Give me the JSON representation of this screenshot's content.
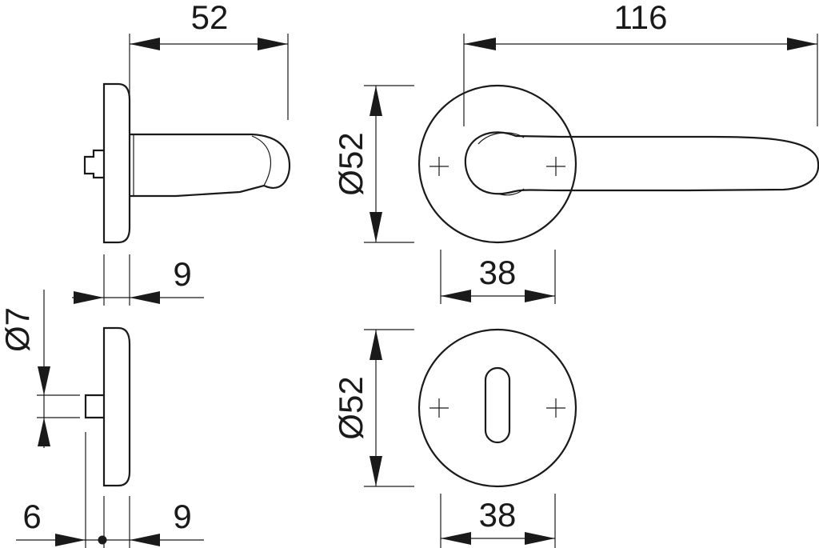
{
  "dimensions": {
    "side_length": "52",
    "lever_length": "116",
    "rose_diameter": "Ø52",
    "rose_width": "38",
    "rose_thickness": "9",
    "spindle_diameter": "Ø7",
    "escutcheon_diameter": "Ø52",
    "escutcheon_width": "38",
    "escutcheon_thickness": "9",
    "pin_offset": "6"
  },
  "colors": {
    "line": "#1a1a1a",
    "background": "#ffffff"
  }
}
